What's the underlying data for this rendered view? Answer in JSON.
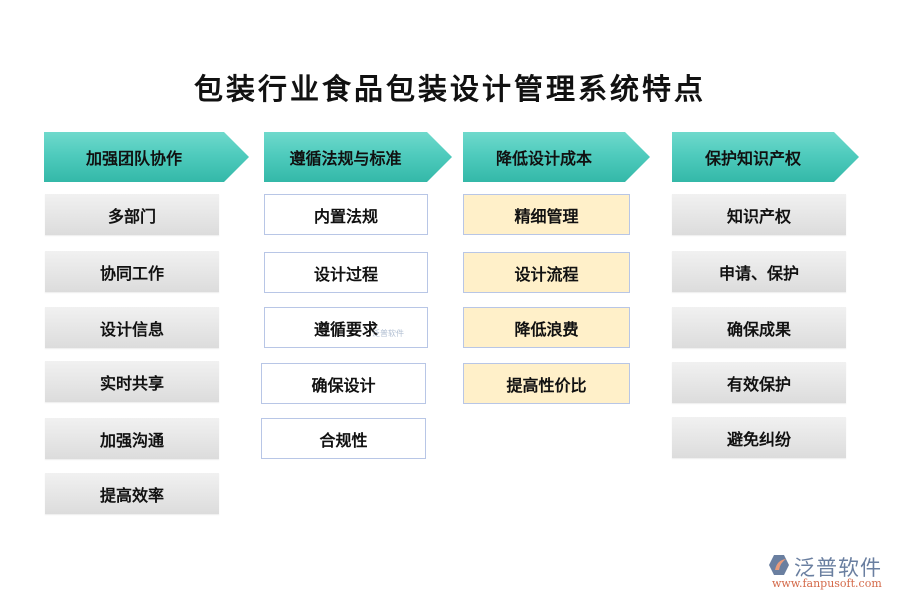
{
  "title": "包装行业食品包装设计管理系统特点",
  "columns": [
    {
      "header": "加强团队协作",
      "style": "gray",
      "items": [
        "多部门",
        "协同工作",
        "设计信息",
        "实时共享",
        "加强沟通",
        "提高效率"
      ]
    },
    {
      "header": "遵循法规与标准",
      "style": "white",
      "items": [
        "内置法规",
        "设计过程",
        "遵循要求",
        "确保设计",
        "合规性"
      ]
    },
    {
      "header": "降低设计成本",
      "style": "yellow",
      "items": [
        "精细管理",
        "设计流程",
        "降低浪费",
        "提高性价比"
      ]
    },
    {
      "header": "保护知识产权",
      "style": "gray",
      "items": [
        "知识产权",
        "申请、保护",
        "确保成果",
        "有效保护",
        "避免纠纷"
      ]
    }
  ],
  "watermark": "泛普软件",
  "logo": {
    "name": "泛普软件",
    "url": "www.fanpusoft.com"
  },
  "colors": {
    "header": "#4fcbbd",
    "gray_box": "#e3e3e3",
    "yellow_box": "#fff0c9",
    "box_border": "#b8c6e6",
    "logo_text": "#6a7fa0",
    "logo_url": "#d46a4a"
  }
}
